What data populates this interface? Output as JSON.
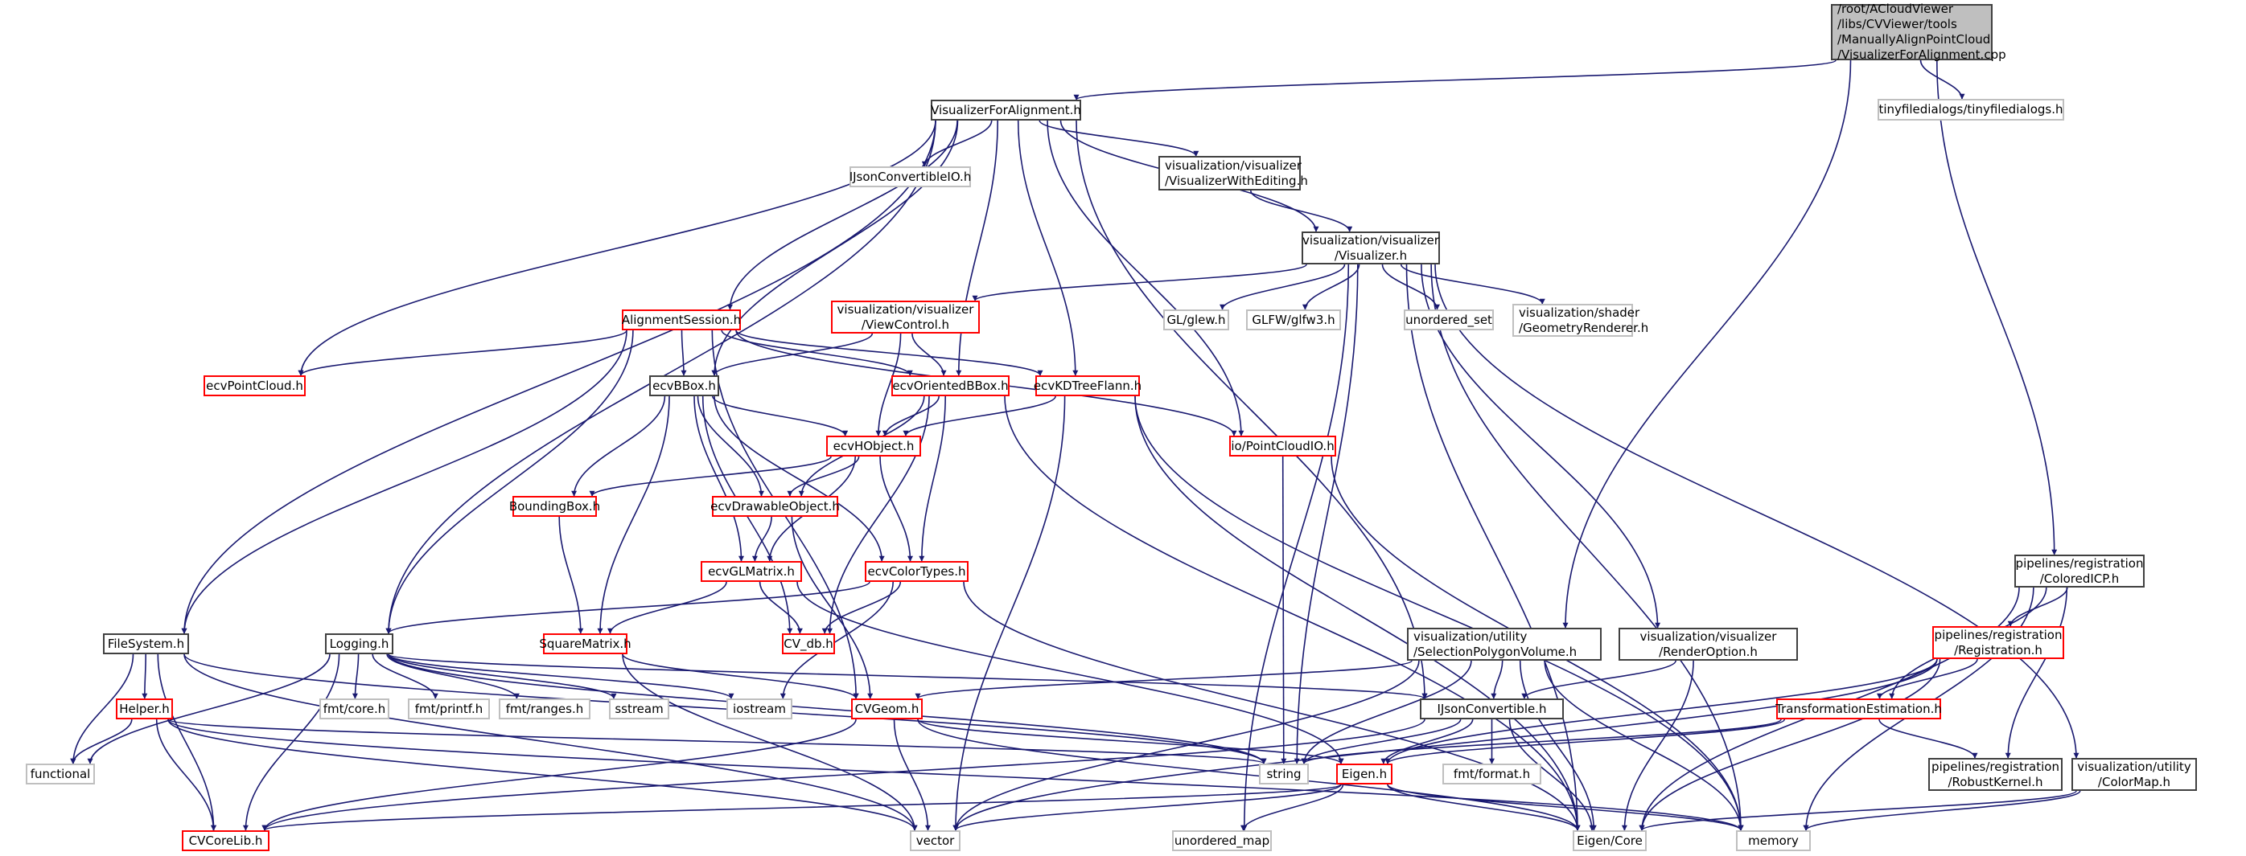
{
  "diagram": {
    "type": "include-dependency-graph",
    "edge_color": "#191970",
    "legend_styles": {
      "root": {
        "fill": "#bfbfbf",
        "border": "#404040"
      },
      "documented": {
        "border": "#404040"
      },
      "truncated": {
        "border": "#ff0000"
      },
      "external": {
        "border": "#bfbfbf"
      }
    },
    "nodes": [
      {
        "id": "root",
        "style": "root",
        "align": "left",
        "lines": [
          "/root/ACloudViewer",
          "/libs/CVViewer/tools",
          "/ManuallyAlignPointCloud",
          "/VisualizerForAlignment.cpp"
        ]
      },
      {
        "id": "tinyfiledialogs",
        "style": "gray",
        "lines": [
          "tinyfiledialogs/tinyfiledialogs.h"
        ]
      },
      {
        "id": "vfa",
        "style": "black",
        "lines": [
          "VisualizerForAlignment.h"
        ]
      },
      {
        "id": "ijsonio",
        "style": "gray",
        "lines": [
          "IJsonConvertibleIO.h"
        ]
      },
      {
        "id": "vwe",
        "style": "black",
        "align": "left",
        "lines": [
          "visualization/visualizer",
          "/VisualizerWithEditing.h"
        ]
      },
      {
        "id": "visualizer",
        "style": "black",
        "lines": [
          "visualization/visualizer",
          "/Visualizer.h"
        ]
      },
      {
        "id": "alignsession",
        "style": "red",
        "lines": [
          "AlignmentSession.h"
        ]
      },
      {
        "id": "viewcontrol",
        "style": "red",
        "lines": [
          "visualization/visualizer",
          "/ViewControl.h"
        ]
      },
      {
        "id": "glew",
        "style": "gray",
        "lines": [
          "GL/glew.h"
        ]
      },
      {
        "id": "glfw",
        "style": "gray",
        "lines": [
          "GLFW/glfw3.h"
        ]
      },
      {
        "id": "unordered_set",
        "style": "gray",
        "lines": [
          "unordered_set"
        ]
      },
      {
        "id": "georenderer",
        "style": "gray",
        "align": "left",
        "lines": [
          "visualization/shader",
          "/GeometryRenderer.h"
        ]
      },
      {
        "id": "ecvpointcloud",
        "style": "red",
        "lines": [
          "ecvPointCloud.h"
        ]
      },
      {
        "id": "ecvbbox",
        "style": "black",
        "lines": [
          "ecvBBox.h"
        ]
      },
      {
        "id": "ecvorientedbbox",
        "style": "red",
        "lines": [
          "ecvOrientedBBox.h"
        ]
      },
      {
        "id": "ecvkdtree",
        "style": "red",
        "lines": [
          "ecvKDTreeFlann.h"
        ]
      },
      {
        "id": "ecvhobject",
        "style": "red",
        "lines": [
          "ecvHObject.h"
        ]
      },
      {
        "id": "pointcloudio",
        "style": "red",
        "lines": [
          "io/PointCloudIO.h"
        ]
      },
      {
        "id": "boundingbox",
        "style": "red",
        "lines": [
          "BoundingBox.h"
        ]
      },
      {
        "id": "ecvdrawable",
        "style": "red",
        "lines": [
          "ecvDrawableObject.h"
        ]
      },
      {
        "id": "ecvglmatrix",
        "style": "red",
        "lines": [
          "ecvGLMatrix.h"
        ]
      },
      {
        "id": "ecvcolortypes",
        "style": "red",
        "lines": [
          "ecvColorTypes.h"
        ]
      },
      {
        "id": "squarematrix",
        "style": "red",
        "lines": [
          "SquareMatrix.h"
        ]
      },
      {
        "id": "cvdb",
        "style": "red",
        "lines": [
          "CV_db.h"
        ]
      },
      {
        "id": "filesystem",
        "style": "black",
        "lines": [
          "FileSystem.h"
        ]
      },
      {
        "id": "logging",
        "style": "black",
        "lines": [
          "Logging.h"
        ]
      },
      {
        "id": "helper",
        "style": "red",
        "lines": [
          "Helper.h"
        ]
      },
      {
        "id": "functional",
        "style": "gray",
        "lines": [
          "functional"
        ]
      },
      {
        "id": "fmtcore",
        "style": "gray",
        "lines": [
          "fmt/core.h"
        ]
      },
      {
        "id": "fmtprintf",
        "style": "gray",
        "lines": [
          "fmt/printf.h"
        ]
      },
      {
        "id": "fmtranges",
        "style": "gray",
        "lines": [
          "fmt/ranges.h"
        ]
      },
      {
        "id": "sstream",
        "style": "gray",
        "lines": [
          "sstream"
        ]
      },
      {
        "id": "iostream",
        "style": "gray",
        "lines": [
          "iostream"
        ]
      },
      {
        "id": "cvgeom",
        "style": "red",
        "lines": [
          "CVGeom.h"
        ]
      },
      {
        "id": "ijson",
        "style": "black",
        "lines": [
          "IJsonConvertible.h"
        ]
      },
      {
        "id": "selpoly",
        "style": "black",
        "align": "left",
        "lines": [
          "visualization/utility",
          "/SelectionPolygonVolume.h"
        ]
      },
      {
        "id": "renderoption",
        "style": "black",
        "lines": [
          "visualization/visualizer",
          "/RenderOption.h"
        ]
      },
      {
        "id": "transest",
        "style": "red",
        "lines": [
          "TransformationEstimation.h"
        ]
      },
      {
        "id": "registration",
        "style": "red",
        "lines": [
          "pipelines/registration",
          "/Registration.h"
        ]
      },
      {
        "id": "coloredicp",
        "style": "black",
        "lines": [
          "pipelines/registration",
          "/ColoredICP.h"
        ]
      },
      {
        "id": "robustkernel",
        "style": "black",
        "lines": [
          "pipelines/registration",
          "/RobustKernel.h"
        ]
      },
      {
        "id": "colormap",
        "style": "black",
        "lines": [
          "visualization/utility",
          "/ColorMap.h"
        ]
      },
      {
        "id": "string",
        "style": "gray",
        "lines": [
          "string"
        ]
      },
      {
        "id": "eigenh",
        "style": "red",
        "lines": [
          "Eigen.h"
        ]
      },
      {
        "id": "fmtformat",
        "style": "gray",
        "lines": [
          "fmt/format.h"
        ]
      },
      {
        "id": "cvcorelib",
        "style": "red",
        "lines": [
          "CVCoreLib.h"
        ]
      },
      {
        "id": "vector",
        "style": "gray",
        "lines": [
          "vector"
        ]
      },
      {
        "id": "unordered_map",
        "style": "gray",
        "lines": [
          "unordered_map"
        ]
      },
      {
        "id": "eigencore",
        "style": "gray",
        "lines": [
          "Eigen/Core"
        ]
      },
      {
        "id": "memory",
        "style": "gray",
        "lines": [
          "memory"
        ]
      }
    ],
    "edges": [
      [
        "root",
        "vfa"
      ],
      [
        "root",
        "tinyfiledialogs"
      ],
      [
        "root",
        "selpoly"
      ],
      [
        "root",
        "coloredicp"
      ],
      [
        "vfa",
        "ijsonio"
      ],
      [
        "vfa",
        "vwe"
      ],
      [
        "vfa",
        "visualizer"
      ],
      [
        "vfa",
        "alignsession"
      ],
      [
        "vfa",
        "ecvpointcloud"
      ],
      [
        "vfa",
        "ecvbbox"
      ],
      [
        "vfa",
        "ecvorientedbbox"
      ],
      [
        "vfa",
        "ecvkdtree"
      ],
      [
        "vfa",
        "pointcloudio"
      ],
      [
        "vfa",
        "filesystem"
      ],
      [
        "vfa",
        "logging"
      ],
      [
        "vfa",
        "ijson"
      ],
      [
        "vwe",
        "visualizer"
      ],
      [
        "visualizer",
        "viewcontrol"
      ],
      [
        "visualizer",
        "glew"
      ],
      [
        "visualizer",
        "glfw"
      ],
      [
        "visualizer",
        "unordered_set"
      ],
      [
        "visualizer",
        "georenderer"
      ],
      [
        "visualizer",
        "string"
      ],
      [
        "visualizer",
        "unordered_map"
      ],
      [
        "visualizer",
        "renderoption"
      ],
      [
        "visualizer",
        "eigencore"
      ],
      [
        "visualizer",
        "memory"
      ],
      [
        "visualizer",
        "colormap"
      ],
      [
        "alignsession",
        "ecvbbox"
      ],
      [
        "alignsession",
        "ecvpointcloud"
      ],
      [
        "alignsession",
        "ecvorientedbbox"
      ],
      [
        "alignsession",
        "ecvkdtree"
      ],
      [
        "alignsession",
        "pointcloudio"
      ],
      [
        "alignsession",
        "filesystem"
      ],
      [
        "alignsession",
        "logging"
      ],
      [
        "alignsession",
        "cvgeom"
      ],
      [
        "viewcontrol",
        "ecvbbox"
      ],
      [
        "viewcontrol",
        "ecvorientedbbox"
      ],
      [
        "viewcontrol",
        "ecvhobject"
      ],
      [
        "ecvbbox",
        "ecvhobject"
      ],
      [
        "ecvbbox",
        "boundingbox"
      ],
      [
        "ecvbbox",
        "ecvdrawable"
      ],
      [
        "ecvbbox",
        "ecvglmatrix"
      ],
      [
        "ecvbbox",
        "ecvcolortypes"
      ],
      [
        "ecvbbox",
        "squarematrix"
      ],
      [
        "ecvbbox",
        "cvdb"
      ],
      [
        "ecvorientedbbox",
        "ecvhobject"
      ],
      [
        "ecvorientedbbox",
        "ecvdrawable"
      ],
      [
        "ecvorientedbbox",
        "ecvcolortypes"
      ],
      [
        "ecvorientedbbox",
        "cvdb"
      ],
      [
        "ecvorientedbbox",
        "eigencore"
      ],
      [
        "ecvkdtree",
        "ecvhobject"
      ],
      [
        "ecvkdtree",
        "vector"
      ],
      [
        "ecvkdtree",
        "eigencore"
      ],
      [
        "ecvkdtree",
        "memory"
      ],
      [
        "ecvhobject",
        "ecvdrawable"
      ],
      [
        "ecvhobject",
        "boundingbox"
      ],
      [
        "ecvhobject",
        "ecvglmatrix"
      ],
      [
        "ecvhobject",
        "ecvcolortypes"
      ],
      [
        "pointcloudio",
        "string"
      ],
      [
        "pointcloudio",
        "memory"
      ],
      [
        "boundingbox",
        "squarematrix"
      ],
      [
        "ecvdrawable",
        "ecvglmatrix"
      ],
      [
        "ecvdrawable",
        "cvgeom"
      ],
      [
        "ecvglmatrix",
        "squarematrix"
      ],
      [
        "ecvglmatrix",
        "cvdb"
      ],
      [
        "ecvglmatrix",
        "eigenh"
      ],
      [
        "ecvcolortypes",
        "cvdb"
      ],
      [
        "ecvcolortypes",
        "logging"
      ],
      [
        "ecvcolortypes",
        "iostream"
      ],
      [
        "ecvcolortypes",
        "eigencore"
      ],
      [
        "squarematrix",
        "cvgeom"
      ],
      [
        "squarematrix",
        "vector"
      ],
      [
        "filesystem",
        "functional"
      ],
      [
        "filesystem",
        "helper"
      ],
      [
        "filesystem",
        "cvcorelib"
      ],
      [
        "filesystem",
        "string"
      ],
      [
        "filesystem",
        "vector"
      ],
      [
        "logging",
        "functional"
      ],
      [
        "logging",
        "fmtcore"
      ],
      [
        "logging",
        "fmtprintf"
      ],
      [
        "logging",
        "fmtranges"
      ],
      [
        "logging",
        "sstream"
      ],
      [
        "logging",
        "iostream"
      ],
      [
        "logging",
        "cvcorelib"
      ],
      [
        "logging",
        "string"
      ],
      [
        "logging",
        "ijson"
      ],
      [
        "helper",
        "functional"
      ],
      [
        "helper",
        "cvcorelib"
      ],
      [
        "helper",
        "string"
      ],
      [
        "helper",
        "vector"
      ],
      [
        "helper",
        "memory"
      ],
      [
        "cvgeom",
        "cvcorelib"
      ],
      [
        "cvgeom",
        "vector"
      ],
      [
        "cvgeom",
        "eigenh"
      ],
      [
        "cvgeom",
        "eigencore"
      ],
      [
        "selpoly",
        "cvgeom"
      ],
      [
        "selpoly",
        "ijson"
      ],
      [
        "selpoly",
        "string"
      ],
      [
        "selpoly",
        "vector"
      ],
      [
        "selpoly",
        "eigencore"
      ],
      [
        "selpoly",
        "memory"
      ],
      [
        "renderoption",
        "ijson"
      ],
      [
        "renderoption",
        "eigencore"
      ],
      [
        "ijson",
        "string"
      ],
      [
        "ijson",
        "eigenh"
      ],
      [
        "ijson",
        "fmtformat"
      ],
      [
        "ijson",
        "eigencore"
      ],
      [
        "ijson",
        "cvcorelib"
      ],
      [
        "eigenh",
        "vector"
      ],
      [
        "eigenh",
        "unordered_map"
      ],
      [
        "eigenh",
        "eigencore"
      ],
      [
        "eigenh",
        "memory"
      ],
      [
        "eigenh",
        "cvcorelib"
      ],
      [
        "coloredicp",
        "registration"
      ],
      [
        "coloredicp",
        "transest"
      ],
      [
        "coloredicp",
        "robustkernel"
      ],
      [
        "coloredicp",
        "eigencore"
      ],
      [
        "coloredicp",
        "memory"
      ],
      [
        "registration",
        "transest"
      ],
      [
        "registration",
        "eigenh"
      ],
      [
        "registration",
        "vector"
      ],
      [
        "registration",
        "eigencore"
      ],
      [
        "transest",
        "robustkernel"
      ],
      [
        "transest",
        "eigenh"
      ],
      [
        "transest",
        "string"
      ],
      [
        "colormap",
        "eigencore"
      ],
      [
        "colormap",
        "memory"
      ]
    ]
  }
}
